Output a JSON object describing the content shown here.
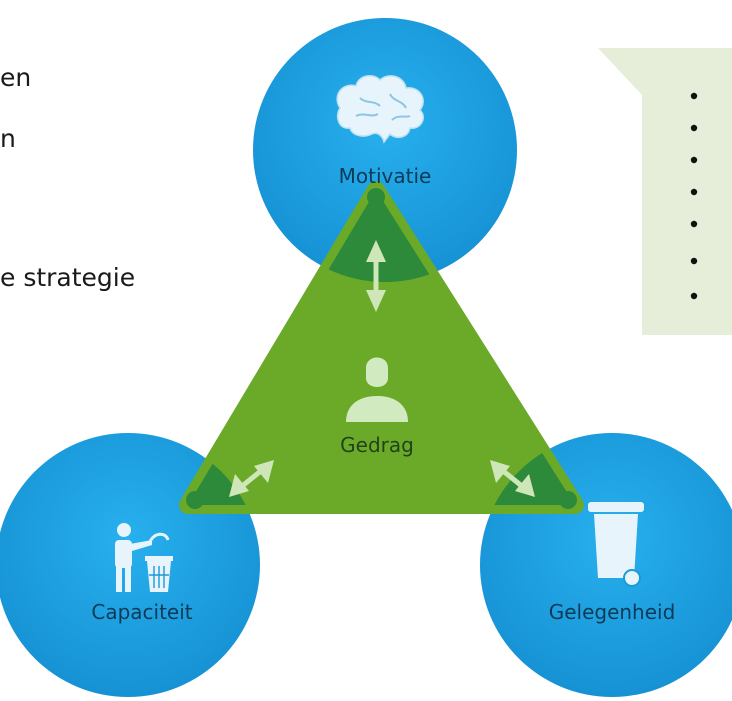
{
  "left_text": {
    "line1": "en",
    "line2": "n",
    "line3": "e strategie"
  },
  "nodes": {
    "top": {
      "label": "Motivatie",
      "icon": "brain-icon"
    },
    "left": {
      "label": "Capaciteit",
      "icon": "person-trash-can-icon"
    },
    "right": {
      "label": "Gelegenheid",
      "icon": "wheelie-bin-icon"
    }
  },
  "center": {
    "label": "Gedrag",
    "icon": "person-icon"
  },
  "callout": {
    "bullet_count": 7
  },
  "colors": {
    "circle": "#1ea2e3",
    "triangle": "#6aaa28",
    "overlap": "#2c8a3a",
    "callout_bg": "#e6edd8",
    "arrow": "#cfe6b8"
  }
}
